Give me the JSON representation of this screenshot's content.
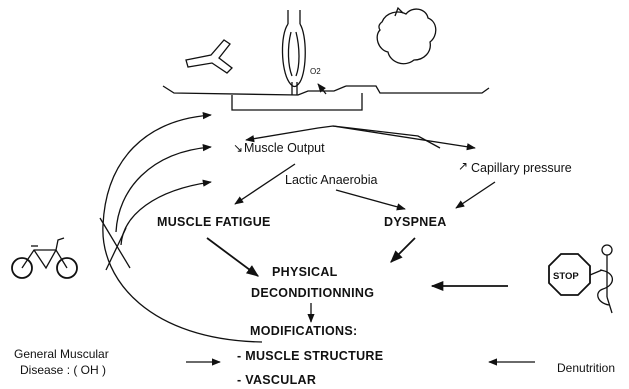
{
  "labels": {
    "o2": "O2",
    "muscle_output": "Muscle Output",
    "lactic_anaerobia": "Lactic Anaerobia",
    "capillary_pressure": "Capillary pressure",
    "muscle_fatigue": "MUSCLE FATIGUE",
    "dyspnea": "DYSPNEA",
    "physical": "PHYSICAL",
    "deconditionning": "DECONDITIONNING",
    "modifications": "MODIFICATIONS:",
    "muscle_structure": "- MUSCLE STRUCTURE",
    "vascular": "- VASCULAR",
    "general_muscular_1": "General Muscular",
    "general_muscular_2": "Disease : ( OH )",
    "denutrition": "Denutrition",
    "stop": "STOP",
    "muscle_output_marker": "↘",
    "capillary_marker": "↗"
  },
  "icons": [
    "bicycle-icon",
    "stop-sign-icon",
    "person-icon",
    "bronchi-icon",
    "alveolus-icon",
    "heart-icon"
  ]
}
